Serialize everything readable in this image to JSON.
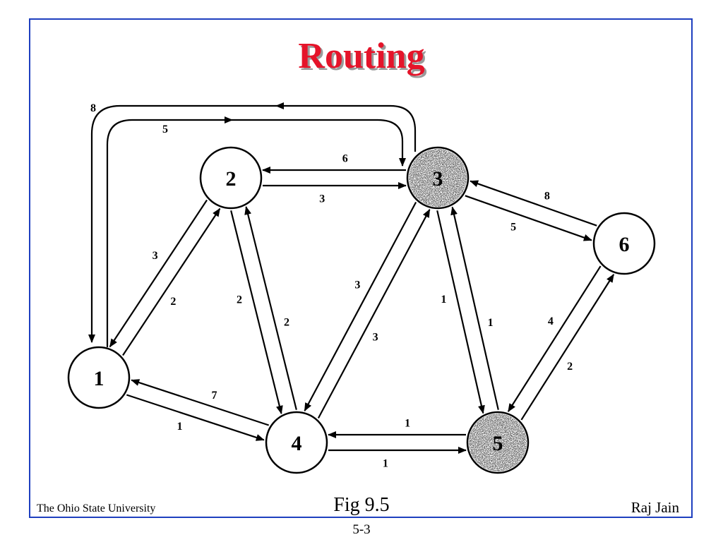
{
  "slide": {
    "title": "Routing",
    "title_color": "#e5142a",
    "frame_color": "#1e3fbf",
    "footer_left": "The Ohio State University",
    "footer_center": "Fig 9.5",
    "footer_right": "Raj Jain",
    "page_number": "5-3"
  },
  "graph": {
    "nodes": [
      {
        "id": "1",
        "label": "1",
        "shaded": false
      },
      {
        "id": "2",
        "label": "2",
        "shaded": false
      },
      {
        "id": "3",
        "label": "3",
        "shaded": true
      },
      {
        "id": "4",
        "label": "4",
        "shaded": false
      },
      {
        "id": "5",
        "label": "5",
        "shaded": true
      },
      {
        "id": "6",
        "label": "6",
        "shaded": false
      }
    ],
    "edges": [
      {
        "from": "1",
        "to": "3",
        "cost": "5"
      },
      {
        "from": "3",
        "to": "1",
        "cost": "8"
      },
      {
        "from": "2",
        "to": "3",
        "cost": "3"
      },
      {
        "from": "3",
        "to": "2",
        "cost": "6"
      },
      {
        "from": "1",
        "to": "2",
        "cost": "2"
      },
      {
        "from": "2",
        "to": "1",
        "cost": "3"
      },
      {
        "from": "2",
        "to": "4",
        "cost": "2"
      },
      {
        "from": "4",
        "to": "2",
        "cost": "2"
      },
      {
        "from": "4",
        "to": "3",
        "cost": "3"
      },
      {
        "from": "3",
        "to": "4",
        "cost": "3"
      },
      {
        "from": "3",
        "to": "5",
        "cost": "1"
      },
      {
        "from": "5",
        "to": "3",
        "cost": "1"
      },
      {
        "from": "3",
        "to": "6",
        "cost": "5"
      },
      {
        "from": "6",
        "to": "3",
        "cost": "8"
      },
      {
        "from": "6",
        "to": "5",
        "cost": "4"
      },
      {
        "from": "5",
        "to": "6",
        "cost": "2"
      },
      {
        "from": "1",
        "to": "4",
        "cost": "1"
      },
      {
        "from": "4",
        "to": "1",
        "cost": "7"
      },
      {
        "from": "4",
        "to": "5",
        "cost": "1"
      },
      {
        "from": "5",
        "to": "4",
        "cost": "1"
      }
    ]
  }
}
